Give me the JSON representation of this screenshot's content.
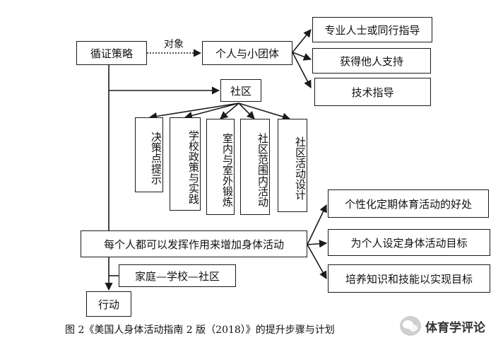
{
  "nodes": {
    "strategy": "循证策略",
    "target_label": "对象",
    "individual": "个人与小团体",
    "professional": "专业人士或同行指导",
    "support": "获得他人支持",
    "technical": "技术指导",
    "community": "社区",
    "decision": "决策点提示",
    "school_policy": "学校政策与实践",
    "indoor_outdoor": "室内与室外锻炼",
    "community_range": "社区范围内活动",
    "community_design": "社区活动设计",
    "everyone": "每个人都可以发挥作用来增加身体活动",
    "benefits": "个性化定期体育活动的好处",
    "goals": "为个人设定身体活动目标",
    "skills": "培养知识和技能以实现目标",
    "family": "家庭—学校—社区",
    "action": "行动"
  },
  "caption": "图 2《美国人身体活动指南 2 版（2018）》的提升步骤与计划",
  "watermark": "体育学评论",
  "colors": {
    "line": "#1a1a1a",
    "background": "#ffffff"
  }
}
